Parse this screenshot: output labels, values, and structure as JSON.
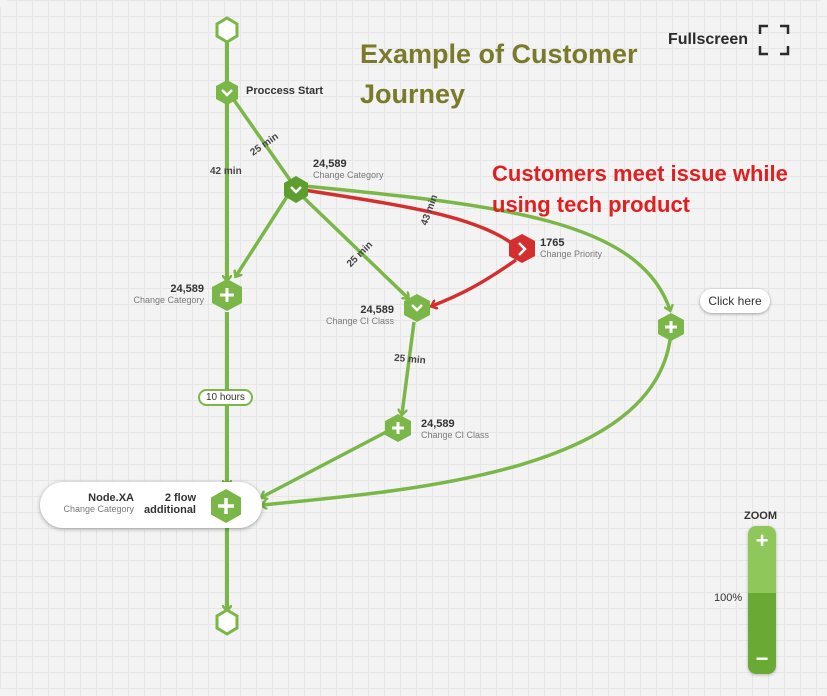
{
  "title": "Example of Customer Journey",
  "annotation": "Customers meet issue while using tech product",
  "fullscreen_label": "Fullscreen",
  "nodes": {
    "process_start": {
      "label": "Proccess Start"
    },
    "change_category_top": {
      "value": "24,589",
      "label": "Change Category"
    },
    "change_category_left": {
      "value": "24,589",
      "label": "Change Category"
    },
    "change_priority": {
      "value": "1765",
      "label": "Change Priority"
    },
    "change_ci_class_mid": {
      "value": "24,589",
      "label": "Change CI Class"
    },
    "change_ci_class_low": {
      "value": "24,589",
      "label": "Change CI Class"
    },
    "node_xa": {
      "value": "Node.XA",
      "label": "Change Category",
      "flow": "2 flow",
      "flow_sub": "additional"
    }
  },
  "edges": {
    "start_to_category": "25 min",
    "start_to_left": "42 min",
    "category_to_priority": "43 min",
    "category_to_ci": "25 min",
    "ci_to_ci": "25 min",
    "left_to_xa": "10 hours"
  },
  "click_here": "Click here",
  "zoom": {
    "label": "ZOOM",
    "level": "100%",
    "level_fraction": 0.55,
    "plus": "+",
    "minus": "−"
  },
  "colors": {
    "green": "#7ab648",
    "dark_green": "#5e9e2e",
    "red": "#d32f2f",
    "title": "#7a7a2a",
    "annotation": "#e02020"
  }
}
